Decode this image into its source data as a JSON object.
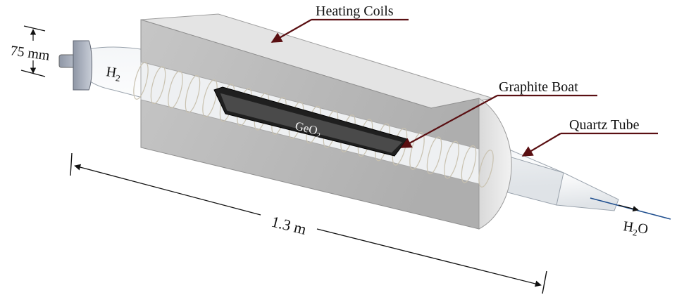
{
  "labels": {
    "heating_coils": "Heating Coils",
    "graphite_boat": "Graphite Boat",
    "quartz_tube": "Quartz Tube",
    "dim_diameter": "75 mm",
    "dim_length": "1.3 m",
    "gas_in_base": "H",
    "gas_in_sub": "2",
    "boat_content_base": "GeO",
    "boat_content_sub": "2",
    "outlet_a": "H",
    "outlet_sub": "2",
    "outlet_b": "O"
  },
  "colors": {
    "leader_arrow": "#5a0f12",
    "outlet_line": "#1f4f8f",
    "furnace_face": "#b8b8b8",
    "boat": "#3a3a3a"
  }
}
